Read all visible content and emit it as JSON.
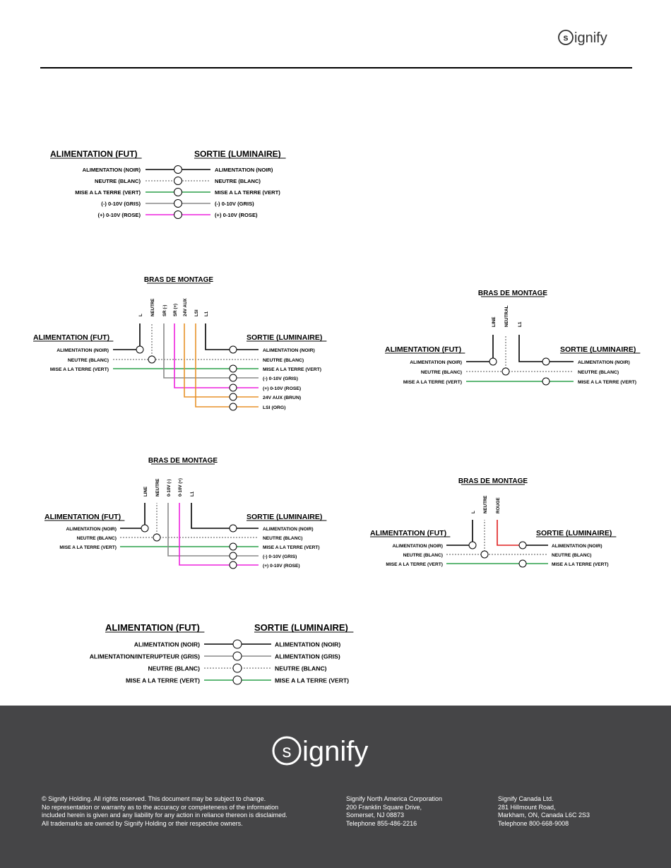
{
  "brand": {
    "name": "signify",
    "colors": {
      "black": "#000000",
      "white_dashed": "#555555",
      "green": "#2ca14a",
      "gray": "#8a8a8a",
      "pink": "#ee22dd",
      "orange": "#e8922a",
      "red": "#e02020",
      "footer_bg": "#454547"
    }
  },
  "d1": {
    "title_left": "ALIMENTATION (FUT)",
    "title_right": "SORTIE (LUMINAIRE)",
    "left": [
      "ALIMENTATION (NOIR)",
      "NEUTRE (BLANC)",
      "MISE A LA TERRE (VERT)",
      "(-) 0-10V (GRIS)",
      "(+) 0-10V (ROSE)"
    ],
    "right": [
      "ALIMENTATION (NOIR)",
      "NEUTRE (BLANC)",
      "MISE A LA TERRE (VERT)",
      "(-) 0-10V (GRIS)",
      "(+) 0-10V (ROSE)"
    ]
  },
  "d2": {
    "arm": "BRAS DE MONTAGE",
    "arm_wires": [
      "L",
      "NEUTRE",
      "SR (-)",
      "SR (+)",
      "24V AUX",
      "LSI",
      "L1"
    ],
    "title_left": "ALIMENTATION (FUT)",
    "title_right": "SORTIE (LUMINAIRE)",
    "left": [
      "ALIMENTATION (NOIR)",
      "NEUTRE (BLANC)",
      "MISE A LA TERRE (VERT)"
    ],
    "right": [
      "ALIMENTATION (NOIR)",
      "NEUTRE (BLANC)",
      "MISE A LA TERRE (VERT)",
      "(-) 0-10V (GRIS)",
      "(+) 0-10V (ROSE)",
      "24V AUX (BRUN)",
      "LSI (ORG)"
    ]
  },
  "d3": {
    "arm": "BRAS DE MONTAGE",
    "arm_wires": [
      "LINE",
      "NEUTRAL",
      "L1"
    ],
    "title_left": "ALIMENTATION (FUT)",
    "title_right": "SORTIE (LUMINAIRE)",
    "left": [
      "ALIMENTATION (NOIR)",
      "NEUTRE (BLANC)",
      "MISE A LA TERRE (VERT)"
    ],
    "right": [
      "ALIMENTATION (NOIR)",
      "NEUTRE (BLANC)",
      "MISE A LA TERRE (VERT)"
    ]
  },
  "d4": {
    "arm": "BRAS DE MONTAGE",
    "arm_wires": [
      "LINE",
      "NEUTRE",
      "0-10V (-)",
      "0-10V (+)",
      "L1"
    ],
    "title_left": "ALIMENTATION (FUT)",
    "title_right": "SORTIE (LUMINAIRE)",
    "left": [
      "ALIMENTATION (NOIR)",
      "NEUTRE (BLANC)",
      "MISE A LA TERRE (VERT)"
    ],
    "right": [
      "ALIMENTATION (NOIR)",
      "NEUTRE (BLANC)",
      "MISE A LA TERRE (VERT)",
      "(-) 0-10V (GRIS)",
      "(+) 0-10V (ROSE)"
    ]
  },
  "d5": {
    "arm": "BRAS DE MONTAGE",
    "arm_wires": [
      "L",
      "NEUTRE",
      "ROUGE"
    ],
    "title_left": "ALIMENTATION (FUT)",
    "title_right": "SORTIE (LUMINAIRE)",
    "left": [
      "ALIMENTATION (NOIR)",
      "NEUTRE (BLANC)",
      "MISE A LA TERRE (VERT)"
    ],
    "right": [
      "ALIMENTATION (NOIR)",
      "NEUTRE (BLANC)",
      "MISE A LA TERRE (VERT)"
    ]
  },
  "d6": {
    "title_left": "ALIMENTATION (FUT)",
    "title_right": "SORTIE (LUMINAIRE)",
    "left": [
      "ALIMENTATION (NOIR)",
      "ALIMENTATION/INTERUPTEUR (GRIS)",
      "NEUTRE (BLANC)",
      "MISE A LA TERRE (VERT)"
    ],
    "right": [
      "ALIMENTATION (NOIR)",
      "ALIMENTATION (GRIS)",
      "NEUTRE (BLANC)",
      "MISE A LA TERRE (VERT)"
    ]
  },
  "footer": {
    "legal": [
      "©          Signify Holding.  All rights reserved.  This document may be subject to change.",
      "No representation or warranty as to the accuracy or completeness of the information",
      "included herein is given and any liability for any action in reliance thereon is disclaimed.",
      "All trademarks are owned by Signify Holding or their respective owners."
    ],
    "us": [
      "Signify North America Corporation",
      "200 Franklin Square Drive,",
      "Somerset, NJ 08873",
      "Telephone 855-486-2216"
    ],
    "ca": [
      "Signify Canada Ltd.",
      "281 Hillmount Road,",
      "Markham, ON, Canada L6C 2S3",
      "Telephone 800-668-9008"
    ]
  }
}
